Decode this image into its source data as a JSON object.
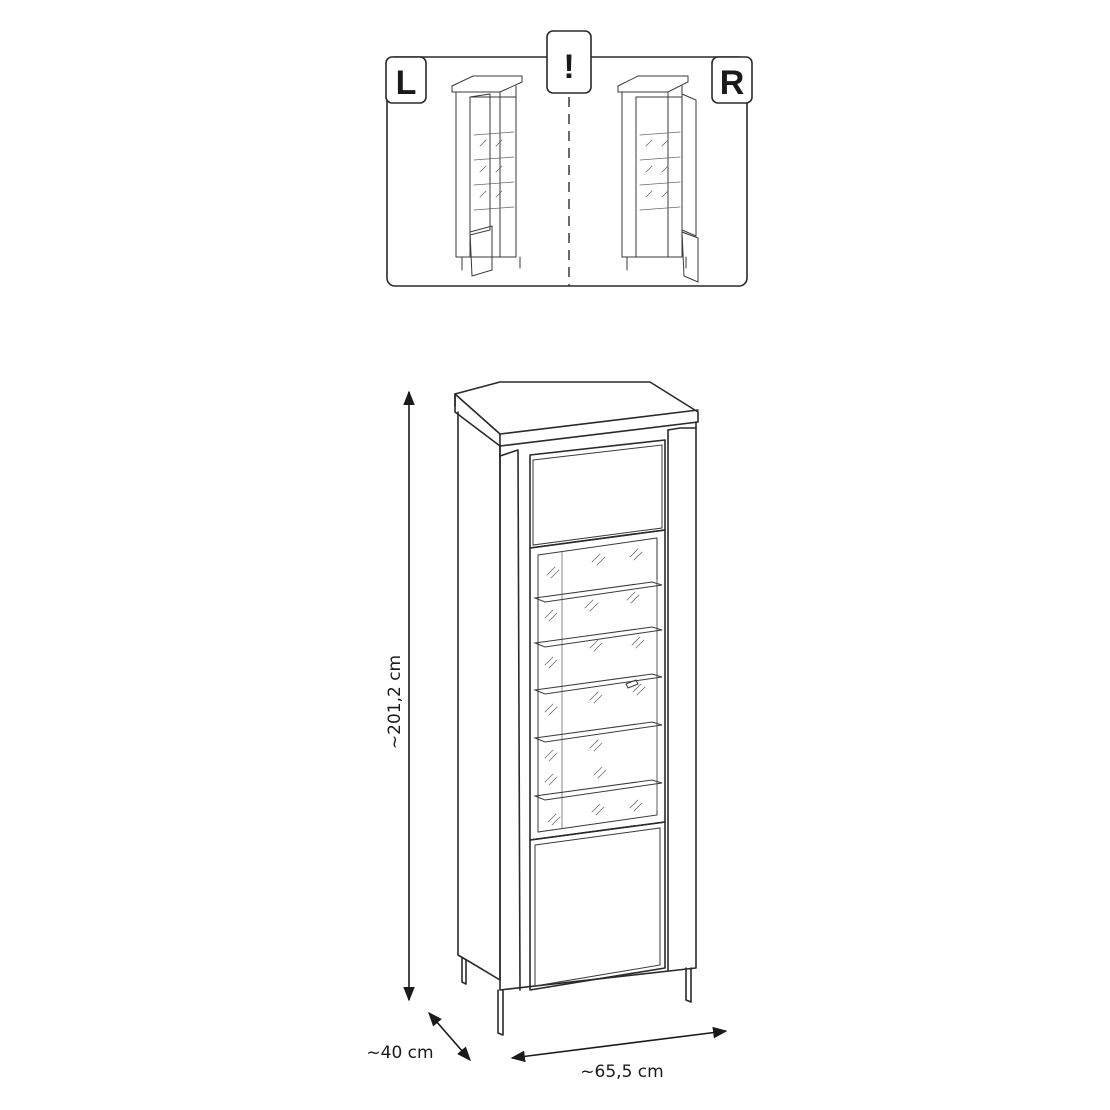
{
  "orientation_panel": {
    "left_badge": "L",
    "center_badge": "!",
    "right_badge": "R"
  },
  "dimensions": {
    "height_label": "~201,2 cm",
    "depth_label": "~40 cm",
    "width_label": "~65,5 cm"
  },
  "colors": {
    "line": "#2a2a2a",
    "background": "#ffffff"
  }
}
